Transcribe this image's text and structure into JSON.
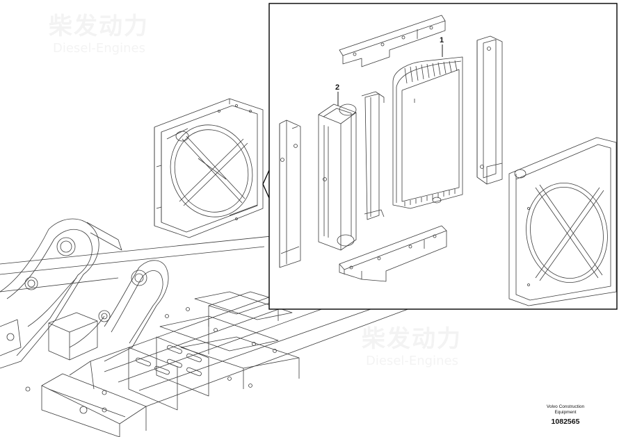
{
  "figure": {
    "callouts": [
      {
        "id": "1",
        "label": "1"
      },
      {
        "id": "2",
        "label": "2"
      }
    ]
  },
  "caption": {
    "brand": "Volvo Construction",
    "category": "Equipment",
    "number": "1082565"
  },
  "watermark": {
    "brand_cn": "柴发动力",
    "brand_en": "Diesel-Engines"
  },
  "colors": {
    "line": "#333333",
    "frame": "#000000",
    "watermark": "#a5a5a5"
  }
}
